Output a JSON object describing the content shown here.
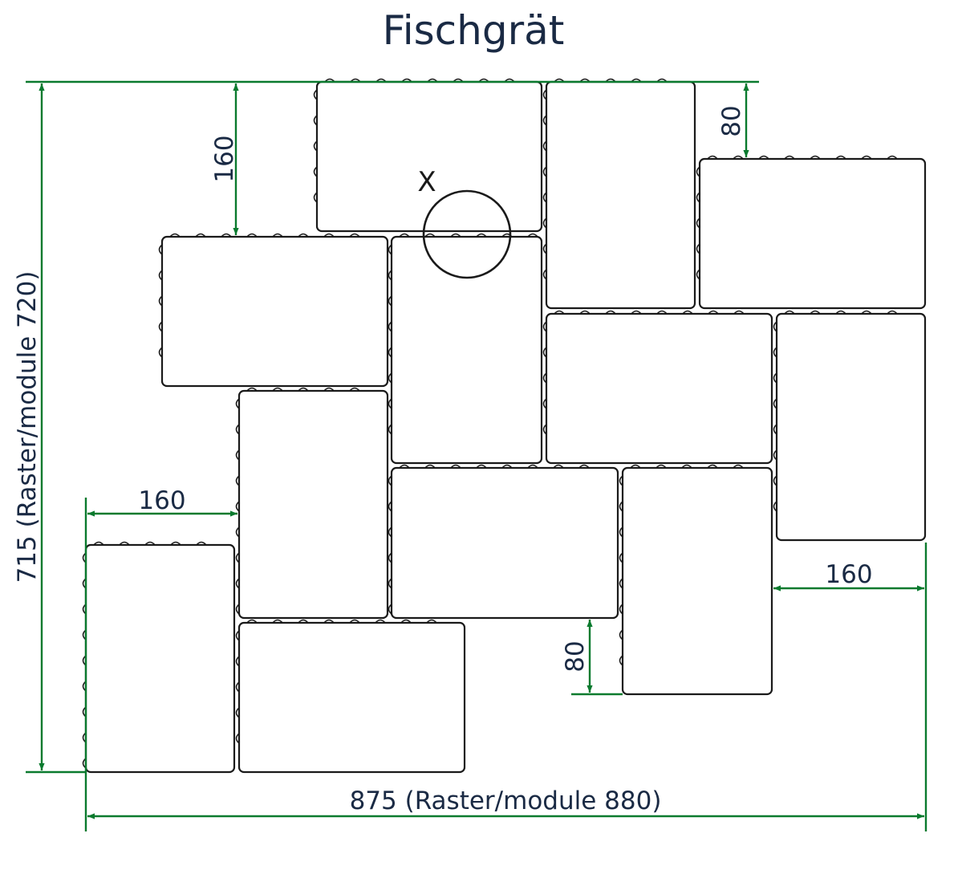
{
  "title": "Fischgrät",
  "dimensions": {
    "top_offset": "160",
    "top_right_offset": "80",
    "left_width": "160",
    "right_width": "160",
    "bottom_offset": "80",
    "height": "715 (Raster/module 720)",
    "width": "875 (Raster/module 880)"
  },
  "marker_label": "X"
}
